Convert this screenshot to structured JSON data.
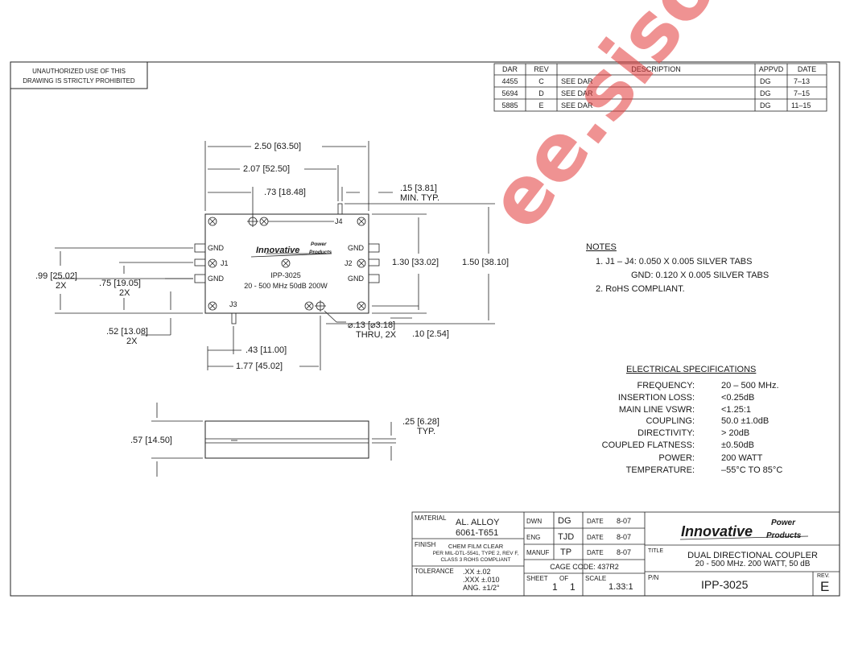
{
  "warning": [
    "UNAUTHORIZED USE OF THIS",
    "DRAWING IS STRICTLY PROHIBITED"
  ],
  "revision_table": {
    "headers": [
      "DAR",
      "REV",
      "DESCRIPTION",
      "APPVD",
      "DATE"
    ],
    "rows": [
      [
        "4455",
        "C",
        "SEE DAR",
        "DG",
        "7–13"
      ],
      [
        "5694",
        "D",
        "SEE DAR",
        "DG",
        "7–15"
      ],
      [
        "5885",
        "E",
        "SEE DAR",
        "DG",
        "11–15"
      ]
    ]
  },
  "dimensions": {
    "width_overall": "2.50 [63.50]",
    "j4_pos": "2.07 [52.50]",
    "hole_pos": ".73 [18.48]",
    "tab_len": ".15 [3.81]",
    "tab_len_note": "MIN. TYP.",
    "height_body": "1.30 [33.02]",
    "height_overall": "1.50 [38.10]",
    "gnd_span": ".99 [25.02]",
    "gnd_span_qty": "2X",
    "j_span": ".75 [19.05]",
    "j_span_qty": "2X",
    "j3_offset": ".52 [13.08]",
    "j3_offset_qty": "2X",
    "hole_dia": "⌀.13 [⌀3.18]",
    "hole_dia_note": "THRU, 2X",
    "hole_inset": ".10 [2.54]",
    "j3_pos": ".43 [11.00]",
    "hole2_pos": "1.77 [45.02]",
    "thickness": ".57 [14.50]",
    "rail": ".25 [6.28]",
    "rail_note": "TYP."
  },
  "part_labels": {
    "gnd": "GND",
    "j1": "J1",
    "j2": "J2",
    "j3": "J3",
    "j4": "J4",
    "logo_word": "Innovative",
    "logo_power": "Power",
    "logo_products": "Products",
    "part_no": "IPP-3025",
    "part_desc": "20 - 500 MHz 50dB 200W"
  },
  "notes": {
    "title": "NOTES",
    "line1": "1.  J1 – J4:  0.050 X 0.005 SILVER TABS",
    "line2": "GND:  0.120 X 0.005 SILVER TABS",
    "line3": "2.  RoHS COMPLIANT."
  },
  "specs": {
    "title": "ELECTRICAL SPECIFICATIONS",
    "items": [
      {
        "label": "FREQUENCY:",
        "value": "20 – 500 MHz."
      },
      {
        "label": "INSERTION LOSS:",
        "value": "<0.25dB"
      },
      {
        "label": "MAIN LINE VSWR:",
        "value": "<1.25:1"
      },
      {
        "label": "COUPLING:",
        "value": "50.0 ±1.0dB"
      },
      {
        "label": "DIRECTIVITY:",
        "value": "> 20dB"
      },
      {
        "label": "COUPLED FLATNESS:",
        "value": "±0.50dB"
      },
      {
        "label": "POWER:",
        "value": "200 WATT"
      },
      {
        "label": "TEMPERATURE:",
        "value": "–55°C TO 85°C"
      }
    ]
  },
  "title_block": {
    "material_label": "MATERIAL",
    "material_value1": "AL. ALLOY",
    "material_value2": "6061-T651",
    "finish_label": "FINISH",
    "finish_line1": "CHEM FILM CLEAR",
    "finish_line2": "PER MIL-DTL-5541, TYPE 2, REV F,",
    "finish_line3": "CLASS 3 ROHS COMPLIANT",
    "tolerance_label": "TOLERANCE",
    "tol_xx": ".XX   ±.02",
    "tol_xxx": ".XXX  ±.010",
    "tol_ang": "ANG.  ±1/2°",
    "dwn_label": "DWN",
    "dwn_value": "DG",
    "eng_label": "ENG",
    "eng_value": "TJD",
    "manuf_label": "MANUF",
    "manuf_value": "TP",
    "date_label": "DATE",
    "date1": "8-07",
    "date2": "8-07",
    "date3": "8-07",
    "cage_code": "CAGE CODE:  437R2",
    "sheet_label": "SHEET",
    "of_label": "OF",
    "sheet_num": "1",
    "sheet_total": "1",
    "scale_label": "SCALE",
    "scale_value": "1.33:1",
    "company_word": "Innovative",
    "company_power": "Power",
    "company_products": "Products",
    "title_label": "TITLE",
    "title_line1": "DUAL DIRECTIONAL COUPLER",
    "title_line2": "20 - 500 MHz. 200 WATT, 50 dB",
    "pn_label": "P/N",
    "pn_value": "IPP-3025",
    "rev_label": "REV.",
    "rev_value": "E"
  },
  "watermark": "ee.sisoog.com",
  "colors": {
    "line": "#222222",
    "watermark": "#e23a3a"
  }
}
